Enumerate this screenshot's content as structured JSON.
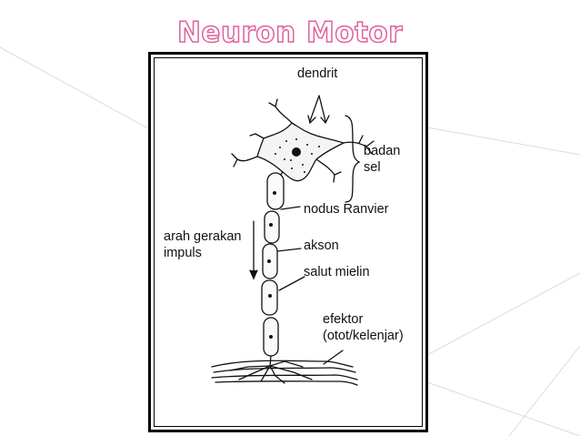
{
  "title": "Neuron Motor",
  "labels": {
    "dendrit": "dendrit",
    "badan_line1": "badan",
    "badan_line2": "sel",
    "nodus": "nodus Ranvier",
    "arah_line1": "arah gerakan",
    "arah_line2": "impuls",
    "akson": "akson",
    "salut": "salut mielin",
    "efektor_line1": "efektor",
    "efektor_line2": "(otot/kelenjar)"
  },
  "colors": {
    "title": "#e0609a",
    "background_lines": "#dddddd",
    "ink": "#111111"
  }
}
